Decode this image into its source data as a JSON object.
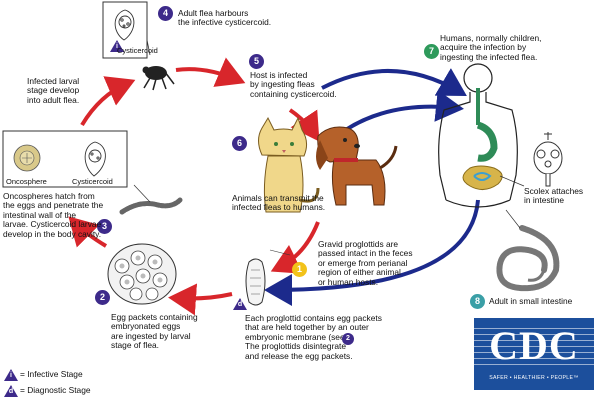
{
  "steps": {
    "s1": {
      "num": "1",
      "text": "Gravid proglottids are\npassed intact in the feces\nor emerge from perianal\nregion of either animal\nor human hosts."
    },
    "s2": {
      "num": "2",
      "text": "Egg packets containing\nembryonated eggs\nare ingested by larval\nstage of flea."
    },
    "s3": {
      "num": "3",
      "text": "Oncospheres hatch from\nthe eggs and penetrate the\nintestinal wall of the\nlarvae. Cysticercoid larvae\ndevelop in the body cavity."
    },
    "s4": {
      "num": "4",
      "text": "Adult flea harbours\nthe infective cysticercoid."
    },
    "s5": {
      "num": "5",
      "text": "Host is infected\nby ingesting fleas\ncontaining cysticercoid."
    },
    "s6": {
      "num": "6",
      "text": "Animals can transmit the\ninfected fleas to humans."
    },
    "s7": {
      "num": "7",
      "text": "Humans, normally children,\nacquire the infection by\ningesting the infected flea."
    },
    "s8": {
      "num": "8",
      "text": "Adult in small intestine"
    },
    "sd": {
      "text": "Each proglottid contains egg packets\nthat are held together by an outer\nembryonic membrane (see     ).\nThe proglottids disintegrate\nand release the egg packets."
    }
  },
  "labels": {
    "infected_larval": "Infected larval\nstage develop\ninto adult flea.",
    "oncosphere": "Oncosphere",
    "cysticercoid_box": "Cysticercoid",
    "cysticercoid_top": "Cysticercoid",
    "scolex": "Scolex attaches\nin intestine"
  },
  "legend": {
    "infective_letter": "i",
    "diagnostic_letter": "d",
    "infective": "= Infective Stage",
    "diagnostic": "= Diagnostic Stage"
  },
  "logo": {
    "word": "CDC",
    "tagline": "SAFER • HEALTHIER • PEOPLE™"
  },
  "colors": {
    "red_arrow": "#d8262b",
    "blue_arrow": "#1c2a8c",
    "purple": "#3d2a8a",
    "green": "#2e9a5b",
    "yellow": "#f2c21a",
    "teal": "#3a9fa6",
    "cdc_blue": "#1c4f9c"
  }
}
